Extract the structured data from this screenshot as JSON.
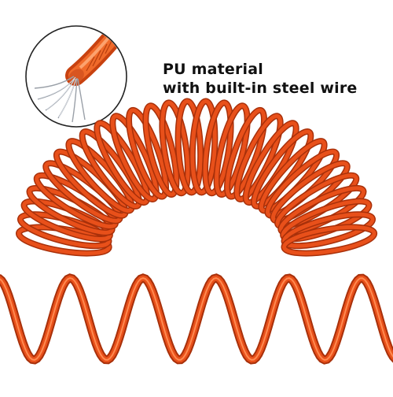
{
  "caption": {
    "line1": "PU material",
    "line2": "with built-in steel wire"
  },
  "colors": {
    "cable": "#e8501a",
    "cable_dark": "#a8300a",
    "cable_light": "#ff8a50",
    "wire": "#c8c8c8",
    "outline": "#222222"
  },
  "icons": {
    "detail_inset": "cable-cross-section-icon",
    "coiled_cable": "coiled-cable-arc",
    "stretched_cable": "stretched-spiral-cable"
  }
}
